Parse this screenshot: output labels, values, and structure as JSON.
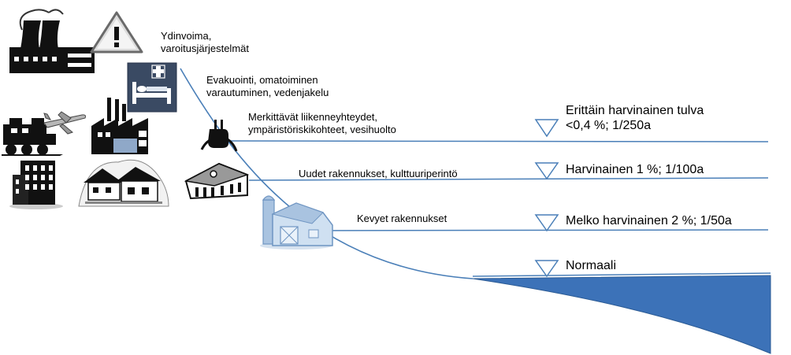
{
  "use_labels": {
    "nuclear": [
      "Ydinvoima,",
      "varoitusjärjestelmät"
    ],
    "evacuation": [
      "Evakuointi, omatoiminen",
      "varautuminen, vedenjakelu"
    ],
    "infrastructure": [
      "Merkittävät liikenneyhteydet,",
      "ympäristöriskikohteet, vesihuolto"
    ],
    "new_buildings": "Uudet rakennukset, kulttuuriperintö",
    "light_buildings": "Kevyet rakennukset"
  },
  "flood_levels": [
    {
      "line1": "Erittäin harvinainen tulva",
      "line2": "<0,4 %; 1/250a"
    },
    {
      "line1": "Harvinainen 1 %; 1/100a"
    },
    {
      "line1": "Melko harvinainen 2 %; 1/50a"
    },
    {
      "line1": "Normaali"
    }
  ],
  "icons": [
    "nuclear-plant-icon",
    "warning-sign-icon",
    "hospital-bed-icon",
    "train-icon",
    "airplane-icon",
    "factory-icon",
    "apartment-building-icon",
    "houses-icon",
    "power-plug-icon",
    "heritage-building-icon",
    "barn-icon"
  ],
  "colors": {
    "line": "#4a7fb8",
    "water": "#3c72b8",
    "water_edge": "#2a5a94",
    "icon_dark": "#111111",
    "icon_blue": "#8fb2d8"
  }
}
